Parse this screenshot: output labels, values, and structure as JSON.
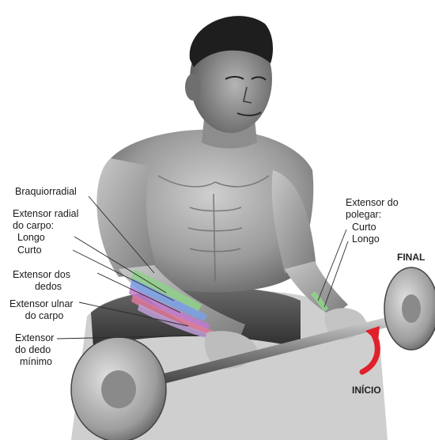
{
  "labels": {
    "brachioradialis": "Braquiorradial",
    "ext_radial_1": "Extensor radial",
    "ext_radial_2": "do carpo:",
    "ext_radial_3": "Longo",
    "ext_radial_4": "Curto",
    "ext_digits_1": "Extensor dos",
    "ext_digits_2": "dedos",
    "ext_ulnar_1": "Extensor ulnar",
    "ext_ulnar_2": "do carpo",
    "ext_minimi_1": "Extensor",
    "ext_minimi_2": "do dedo",
    "ext_minimi_3": "mínimo",
    "thumb_1": "Extensor do",
    "thumb_2": "polegar:",
    "thumb_3": "Curto",
    "thumb_4": "Longo",
    "final": "FINAL",
    "start": "INÍCIO"
  },
  "colors": {
    "movement_arrow": "#e0202a",
    "brachioradialis": "#8fd08a",
    "ext_radial": "#7aa0e8",
    "ext_digits": "#c07ad0",
    "ext_ulnar": "#e07a9a",
    "ext_minimi": "#c0a0d8"
  }
}
